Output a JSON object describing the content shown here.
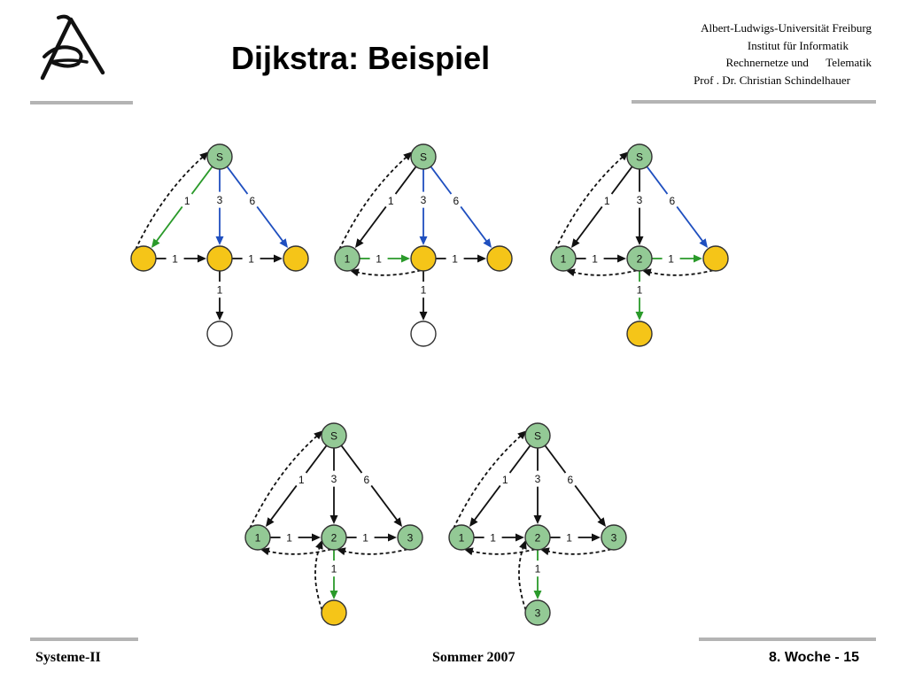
{
  "title": "Dijkstra: Beispiel",
  "institution": {
    "line1": "Albert-Ludwigs-Universität Freiburg",
    "line2": "Institut für Informatik",
    "line3": "Rechnernetze und      Telematik",
    "line4": "Prof . Dr. Christian Schindelhauer"
  },
  "footer": {
    "left": "Systeme-II",
    "center": "Sommer 2007",
    "right": "8. Woche - 15"
  },
  "colors": {
    "visited": "#93c995",
    "frontier": "#f5c518",
    "unvisited": "#ffffff",
    "tree_edge": "#2a9a2a",
    "relax_edge": "#1f4fbf",
    "edge": "#111111"
  },
  "graphs": [
    {
      "nodes": {
        "S": {
          "label": "S",
          "state": "visited"
        },
        "A": {
          "label": "",
          "state": "frontier"
        },
        "B": {
          "label": "",
          "state": "frontier"
        },
        "C": {
          "label": "",
          "state": "frontier"
        },
        "D": {
          "label": "",
          "state": "unvisited"
        }
      },
      "edges": [
        {
          "from": "S",
          "to": "A",
          "label": "1",
          "color": "tree"
        },
        {
          "from": "S",
          "to": "B",
          "label": "3",
          "color": "relax"
        },
        {
          "from": "S",
          "to": "C",
          "label": "6",
          "color": "relax"
        },
        {
          "from": "A",
          "to": "B",
          "label": "1",
          "color": "black"
        },
        {
          "from": "B",
          "to": "C",
          "label": "1",
          "color": "black"
        },
        {
          "from": "B",
          "to": "D",
          "label": "1",
          "color": "black"
        }
      ],
      "preds": [
        [
          "A",
          "S"
        ]
      ]
    },
    {
      "nodes": {
        "S": {
          "label": "S",
          "state": "visited"
        },
        "A": {
          "label": "1",
          "state": "visited"
        },
        "B": {
          "label": "",
          "state": "frontier"
        },
        "C": {
          "label": "",
          "state": "frontier"
        },
        "D": {
          "label": "",
          "state": "unvisited"
        }
      },
      "edges": [
        {
          "from": "S",
          "to": "A",
          "label": "1",
          "color": "black"
        },
        {
          "from": "S",
          "to": "B",
          "label": "3",
          "color": "relax"
        },
        {
          "from": "S",
          "to": "C",
          "label": "6",
          "color": "relax"
        },
        {
          "from": "A",
          "to": "B",
          "label": "1",
          "color": "tree"
        },
        {
          "from": "B",
          "to": "C",
          "label": "1",
          "color": "black"
        },
        {
          "from": "B",
          "to": "D",
          "label": "1",
          "color": "black"
        }
      ],
      "preds": [
        [
          "A",
          "S"
        ],
        [
          "B",
          "A"
        ]
      ]
    },
    {
      "nodes": {
        "S": {
          "label": "S",
          "state": "visited"
        },
        "A": {
          "label": "1",
          "state": "visited"
        },
        "B": {
          "label": "2",
          "state": "visited"
        },
        "C": {
          "label": "",
          "state": "frontier"
        },
        "D": {
          "label": "",
          "state": "frontier"
        }
      },
      "edges": [
        {
          "from": "S",
          "to": "A",
          "label": "1",
          "color": "black"
        },
        {
          "from": "S",
          "to": "B",
          "label": "3",
          "color": "black"
        },
        {
          "from": "S",
          "to": "C",
          "label": "6",
          "color": "relax"
        },
        {
          "from": "A",
          "to": "B",
          "label": "1",
          "color": "black"
        },
        {
          "from": "B",
          "to": "C",
          "label": "1",
          "color": "tree"
        },
        {
          "from": "B",
          "to": "D",
          "label": "1",
          "color": "tree"
        }
      ],
      "preds": [
        [
          "A",
          "S"
        ],
        [
          "B",
          "A"
        ],
        [
          "C",
          "B"
        ]
      ]
    },
    {
      "nodes": {
        "S": {
          "label": "S",
          "state": "visited"
        },
        "A": {
          "label": "1",
          "state": "visited"
        },
        "B": {
          "label": "2",
          "state": "visited"
        },
        "C": {
          "label": "3",
          "state": "visited"
        },
        "D": {
          "label": "",
          "state": "frontier"
        }
      },
      "edges": [
        {
          "from": "S",
          "to": "A",
          "label": "1",
          "color": "black"
        },
        {
          "from": "S",
          "to": "B",
          "label": "3",
          "color": "black"
        },
        {
          "from": "S",
          "to": "C",
          "label": "6",
          "color": "black"
        },
        {
          "from": "A",
          "to": "B",
          "label": "1",
          "color": "black"
        },
        {
          "from": "B",
          "to": "C",
          "label": "1",
          "color": "black"
        },
        {
          "from": "B",
          "to": "D",
          "label": "1",
          "color": "tree"
        }
      ],
      "preds": [
        [
          "A",
          "S"
        ],
        [
          "B",
          "A"
        ],
        [
          "C",
          "B"
        ],
        [
          "D",
          "B"
        ]
      ]
    },
    {
      "nodes": {
        "S": {
          "label": "S",
          "state": "visited"
        },
        "A": {
          "label": "1",
          "state": "visited"
        },
        "B": {
          "label": "2",
          "state": "visited"
        },
        "C": {
          "label": "3",
          "state": "visited"
        },
        "D": {
          "label": "3",
          "state": "visited"
        }
      },
      "edges": [
        {
          "from": "S",
          "to": "A",
          "label": "1",
          "color": "black"
        },
        {
          "from": "S",
          "to": "B",
          "label": "3",
          "color": "black"
        },
        {
          "from": "S",
          "to": "C",
          "label": "6",
          "color": "black"
        },
        {
          "from": "A",
          "to": "B",
          "label": "1",
          "color": "black"
        },
        {
          "from": "B",
          "to": "C",
          "label": "1",
          "color": "black"
        },
        {
          "from": "B",
          "to": "D",
          "label": "1",
          "color": "tree"
        }
      ],
      "preds": [
        [
          "A",
          "S"
        ],
        [
          "B",
          "A"
        ],
        [
          "C",
          "B"
        ],
        [
          "D",
          "B"
        ]
      ]
    }
  ]
}
